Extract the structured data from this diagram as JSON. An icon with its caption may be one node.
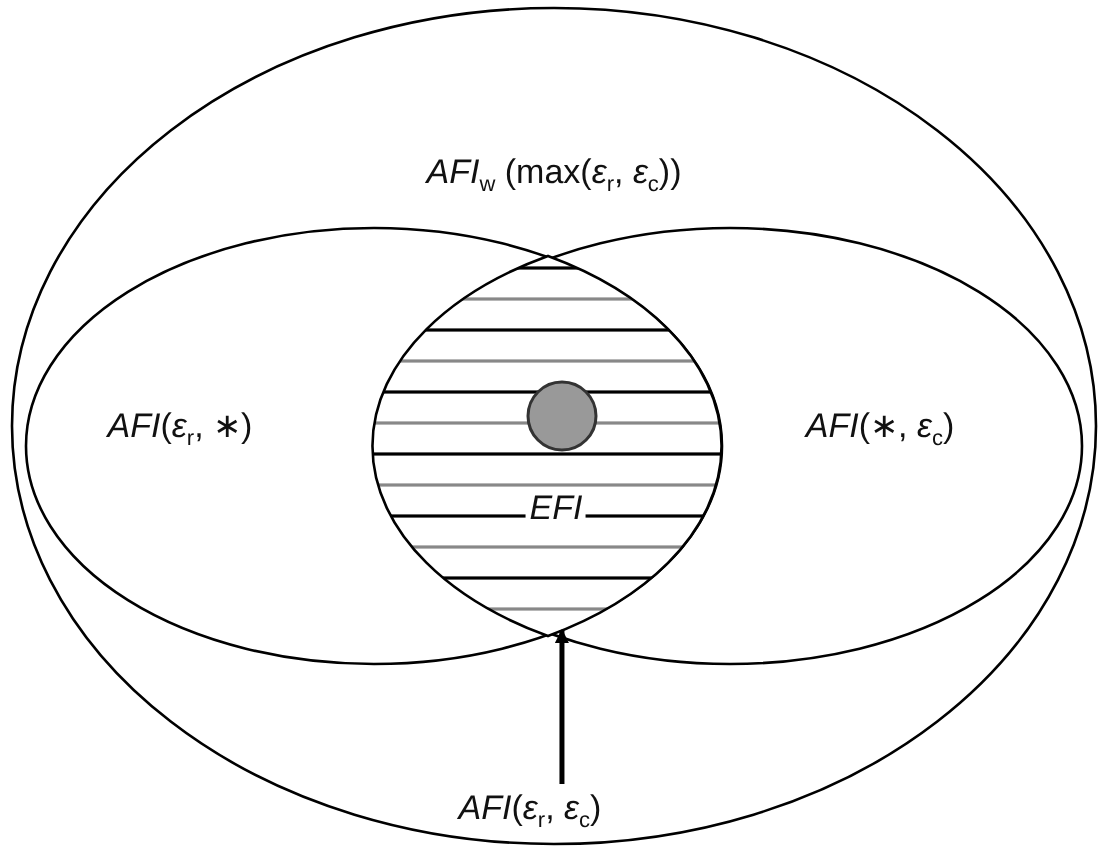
{
  "diagram": {
    "nodes": [
      {
        "text": [
          "*AFI*$_{w}$ (max(*ε*$_{r}$, *ε*$_{c}$))"
        ]
      },
      {
        "text": [
          "*AFI*(*ε*$_{r}$, ∗)"
        ],
        "in": 0
      },
      {
        "text": [
          "*AFI*(∗, *ε*$_{c}$)"
        ],
        "in": 0
      },
      {
        "text": [
          "*EFI*"
        ]
      },
      {
        "text": [],
        "shape": "circle",
        "in": 3
      },
      {
        "text": [
          "*AFI*(*ε*$_{r}$, *ε*$_{c}$)"
        ],
        "in": 0
      }
    ],
    "edges": [
      {
        "from": 5,
        "to": 3,
        "arrow": "to"
      }
    ]
  }
}
